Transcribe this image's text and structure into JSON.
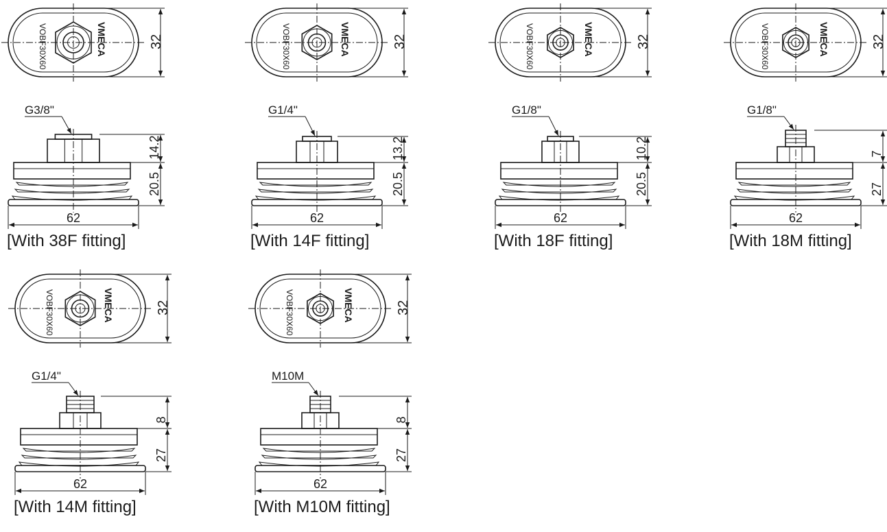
{
  "part_label": "VOBF30X60",
  "brand": "VMECA",
  "drawings": [
    {
      "id": "38F",
      "caption": "[With 38F fitting]",
      "thread": "G3/8\"",
      "width_dim": "62",
      "height_dim": "32",
      "fitting_dim": "14.2",
      "body_dim": "20.5",
      "fitting_type": "female",
      "nut_size": "large"
    },
    {
      "id": "14F",
      "caption": "[With 14F fitting]",
      "thread": "G1/4\"",
      "width_dim": "62",
      "height_dim": "32",
      "fitting_dim": "13.2",
      "body_dim": "20.5",
      "fitting_type": "female",
      "nut_size": "medium"
    },
    {
      "id": "18F",
      "caption": "[With 18F fitting]",
      "thread": "G1/8\"",
      "width_dim": "62",
      "height_dim": "32",
      "fitting_dim": "10.2",
      "body_dim": "20.5",
      "fitting_type": "female",
      "nut_size": "small"
    },
    {
      "id": "18M",
      "caption": "[With 18M fitting]",
      "thread": "G1/8\"",
      "width_dim": "62",
      "height_dim": "32",
      "fitting_dim": "7",
      "body_dim": "27",
      "fitting_type": "male",
      "nut_size": "small"
    },
    {
      "id": "14M",
      "caption": "[With 14M fitting]",
      "thread": "G1/4\"",
      "width_dim": "62",
      "height_dim": "32",
      "fitting_dim": "8",
      "body_dim": "27",
      "fitting_type": "male",
      "nut_size": "medium"
    },
    {
      "id": "M10M",
      "caption": "[With M10M fitting]",
      "thread": "M10M",
      "width_dim": "62",
      "height_dim": "32",
      "fitting_dim": "8",
      "body_dim": "27",
      "fitting_type": "male",
      "nut_size": "small"
    }
  ]
}
